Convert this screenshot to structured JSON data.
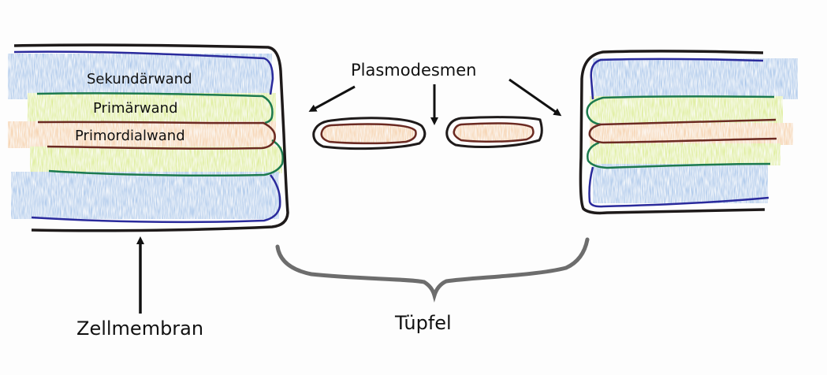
{
  "diagram": {
    "type": "cell-wall-cross-section",
    "labels": {
      "secondary_wall": "Sekundärwand",
      "primary_wall": "Primärwand",
      "primordial_wall": "Primordialwand",
      "plasmodesmata": "Plasmodesmen",
      "cell_membrane": "Zellmembran",
      "pit": "Tüpfel"
    },
    "colors": {
      "secondary_wall_fill": "#6f9fdc",
      "secondary_wall_line": "#2a2a9c",
      "primary_wall_fill": "#c4e04a",
      "primary_wall_line": "#1c7a4e",
      "primordial_wall_fill": "#f0b070",
      "primordial_wall_line": "#6b2a22",
      "membrane_line": "#1e1a1a",
      "brace": "#6d6d6d",
      "text": "#111111"
    }
  }
}
